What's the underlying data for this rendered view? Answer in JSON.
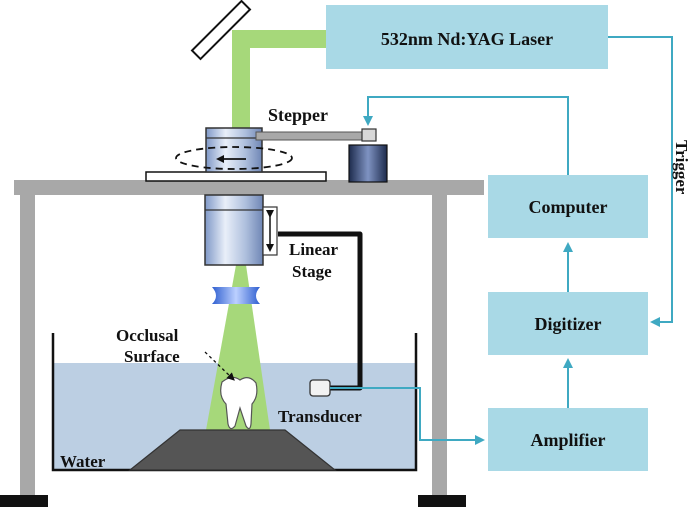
{
  "colors": {
    "box_fill": "#a9d9e6",
    "signal_line": "#3fa9c2",
    "laser_green": "#a6d87a",
    "water": "#bccfe3",
    "frame": "#a8a8a8"
  },
  "boxes": {
    "laser": "532nm Nd:YAG Laser",
    "computer": "Computer",
    "digitizer": "Digitizer",
    "amplifier": "Amplifier"
  },
  "labels": {
    "stepper": "Stepper",
    "linear_stage_line1": "Linear",
    "linear_stage_line2": "Stage",
    "occlusal_line1": "Occlusal",
    "occlusal_line2": "Surface",
    "transducer": "Transducer",
    "water": "Water",
    "trigger": "Trigger"
  }
}
